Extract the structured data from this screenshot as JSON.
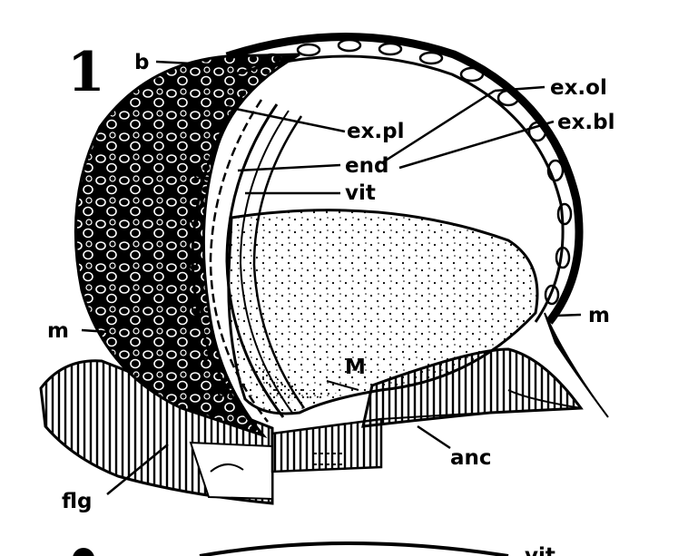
{
  "figure": {
    "number": "1",
    "next_panel_partial_label": "vit",
    "labels": {
      "b": "b",
      "ex_ol": "ex.ol",
      "ex_bl": "ex.bl",
      "ex_pl": "ex.pl",
      "end": "end",
      "vit": "vit",
      "m_left": "m",
      "m_right": "m",
      "M": "M",
      "anc": "anc",
      "flg": "flg"
    }
  },
  "colors": {
    "ink": "#000000",
    "paper": "#ffffff"
  }
}
